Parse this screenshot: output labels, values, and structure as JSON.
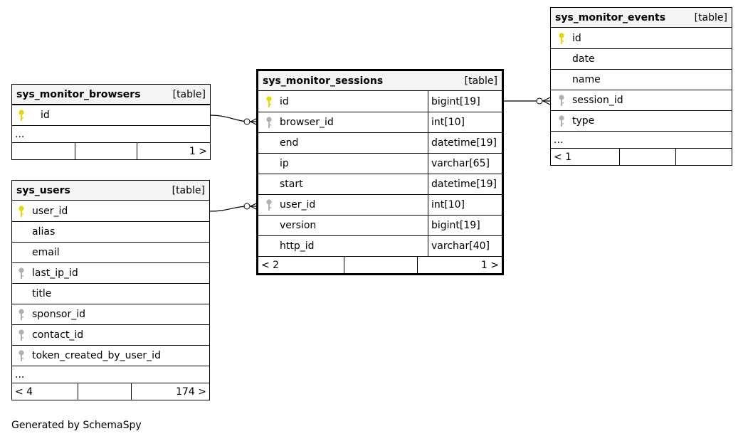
{
  "footer_text": "Generated by SchemaSpy",
  "colors": {
    "pk": "#e8d800",
    "fk": "#b0b0b0"
  },
  "tables": {
    "browsers": {
      "name": "sys_monitor_browsers",
      "type": "[table]",
      "columns": [
        {
          "name": "id",
          "key": "pk-icon"
        }
      ],
      "ellipsis": "...",
      "footer": {
        "left": "",
        "mid": "",
        "right": "1 >"
      }
    },
    "users": {
      "name": "sys_users",
      "type": "[table]",
      "columns": [
        {
          "name": "user_id",
          "key": "pk-icon"
        },
        {
          "name": "alias",
          "key": ""
        },
        {
          "name": "email",
          "key": ""
        },
        {
          "name": "last_ip_id",
          "key": "fk-icon"
        },
        {
          "name": "title",
          "key": ""
        },
        {
          "name": "sponsor_id",
          "key": "fk-icon"
        },
        {
          "name": "contact_id",
          "key": "fk-icon"
        },
        {
          "name": "token_created_by_user_id",
          "key": "fk-icon"
        }
      ],
      "ellipsis": "...",
      "footer": {
        "left": "< 4",
        "mid": "",
        "right": "174 >"
      }
    },
    "sessions": {
      "name": "sys_monitor_sessions",
      "type": "[table]",
      "columns": [
        {
          "name": "id",
          "dtype": "bigint[19]",
          "key": "pk-icon"
        },
        {
          "name": "browser_id",
          "dtype": "int[10]",
          "key": "fk-icon"
        },
        {
          "name": "end",
          "dtype": "datetime[19]",
          "key": ""
        },
        {
          "name": "ip",
          "dtype": "varchar[65]",
          "key": ""
        },
        {
          "name": "start",
          "dtype": "datetime[19]",
          "key": ""
        },
        {
          "name": "user_id",
          "dtype": "int[10]",
          "key": "fk-icon"
        },
        {
          "name": "version",
          "dtype": "bigint[19]",
          "key": ""
        },
        {
          "name": "http_id",
          "dtype": "varchar[40]",
          "key": ""
        }
      ],
      "footer": {
        "left": "< 2",
        "mid": "",
        "right": "1 >"
      }
    },
    "events": {
      "name": "sys_monitor_events",
      "type": "[table]",
      "columns": [
        {
          "name": "id",
          "key": "pk-icon"
        },
        {
          "name": "date",
          "key": ""
        },
        {
          "name": "name",
          "key": ""
        },
        {
          "name": "session_id",
          "key": "fk-icon"
        },
        {
          "name": "type",
          "key": "fk-icon"
        }
      ],
      "ellipsis": "...",
      "footer": {
        "left": "< 1",
        "mid": "",
        "right": ""
      }
    }
  }
}
